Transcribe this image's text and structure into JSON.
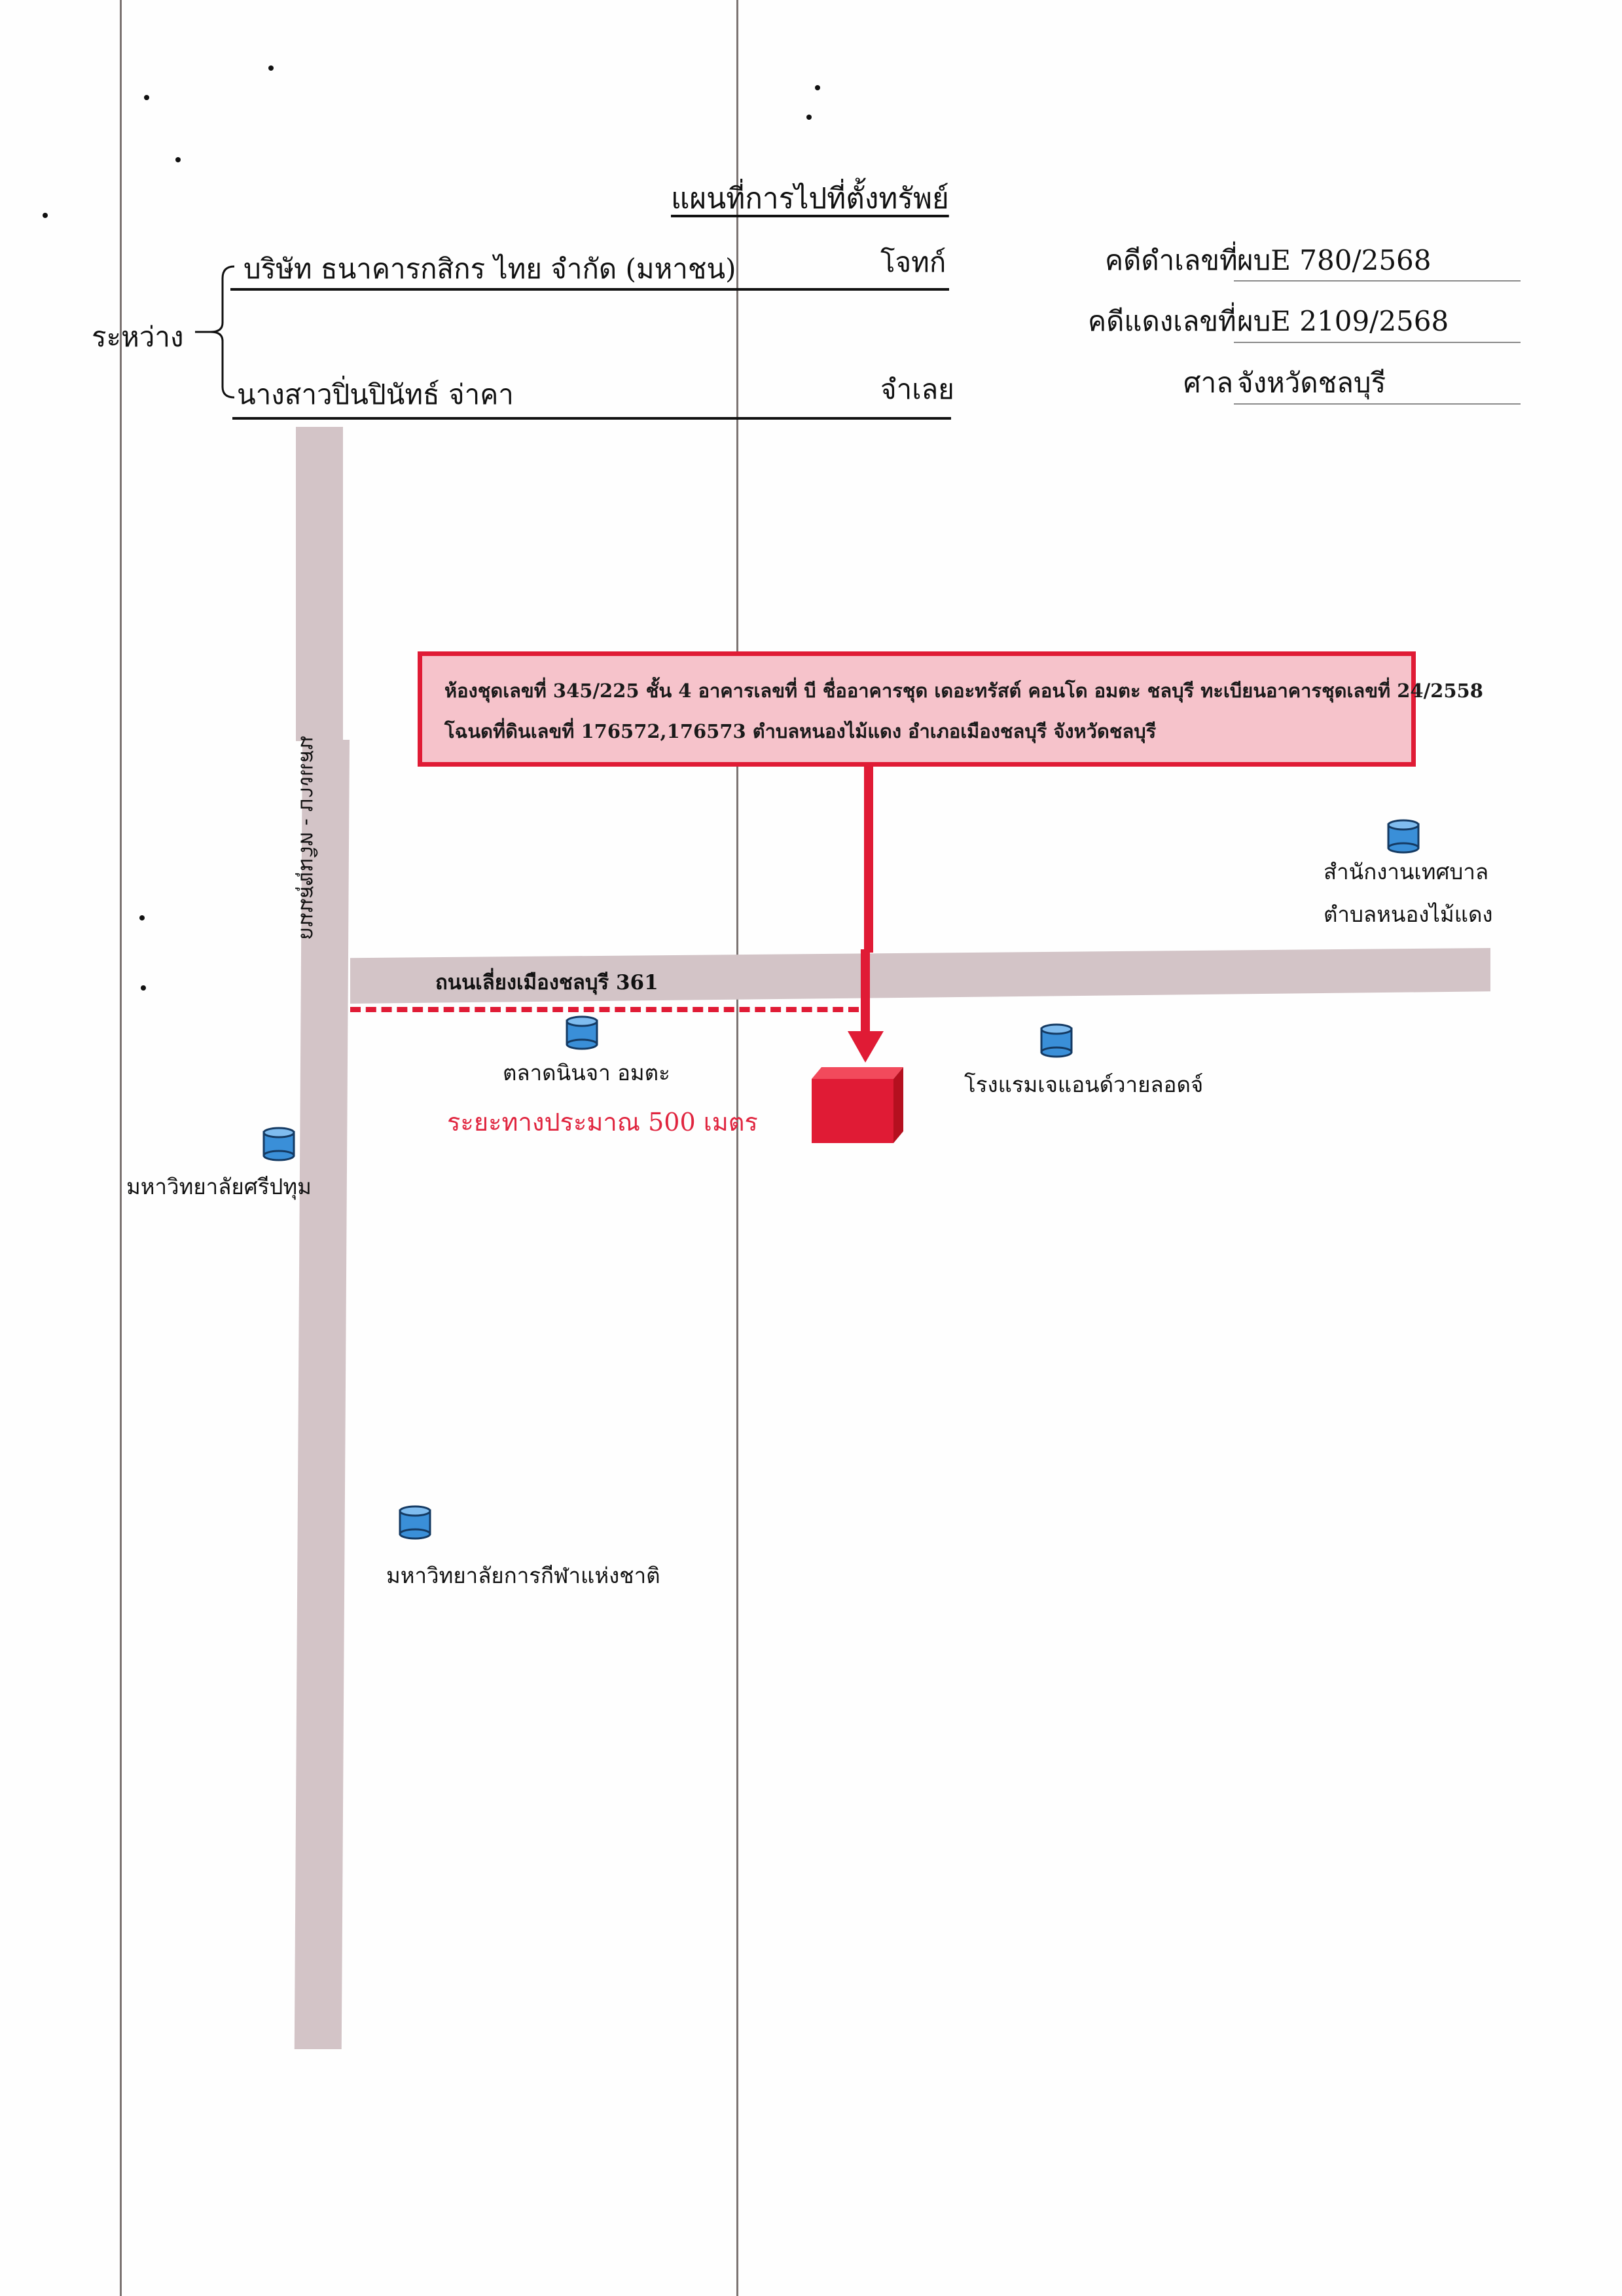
{
  "doc": {
    "title": "แผนที่การไปที่ตั้งทรัพย์",
    "between_label": "ระหว่าง",
    "plaintiff_name": "บริษัท ธนาคารกสิกร ไทย จำกัด (มหาชน)",
    "plaintiff_role": "โจทก์",
    "defendant_name": "นางสาวปิ่นปินัทธ์ จ่าคา",
    "defendant_role": "จำเลย",
    "case_black_label": "คดีดำเลขที่",
    "case_black_value": "ผบE 780/2568",
    "case_red_label": "คดีแดงเลขที่",
    "case_red_value": "ผบE 2109/2568",
    "court_label": "ศาล",
    "court_value": "จังหวัดชลบุรี"
  },
  "map": {
    "road_vertical": "ถนนสุขุมวิท - บางแสน",
    "road_horizontal": "ถนนเลี่ยงเมืองชลบุรี 361",
    "property_line1": "ห้องชุดเลขที่ 345/225 ชั้น 4 อาคารเลขที่ บี ชื่ออาคารชุด เดอะทรัสต์ คอนโด อมตะ ชลบุรี ทะเบียนอาคารชุดเลขที่ 24/2558",
    "property_line2": "โฉนดที่ดินเลขที่ 176572,176573 ตำบลหนองไม้แดง อำเภอเมืองชลบุรี จังหวัดชลบุรี",
    "distance_label": "ระยะทางประมาณ 500 เมตร",
    "landmarks": {
      "municipal_office_line1": "สำนักงานเทศบาล",
      "municipal_office_line2": "ตำบลหนองไม้แดง",
      "market": "ตลาดนินจา อมตะ",
      "hotel": "โรงแรมเจแอนด์วายลอดจ์",
      "sripatum_univ": "มหาวิทยาลัยศรีปทุม",
      "sports_univ": "มหาวิทยาลัยการกีฬาแห่งชาติ"
    },
    "colors": {
      "road": "#d3c4c7",
      "highlight": "#e01b35",
      "box_fill": "#f6c3cb",
      "landmark_icon": "#3a8fd8"
    },
    "icons": {
      "landmark": "cylinder-icon",
      "property": "building-cube-icon"
    }
  }
}
